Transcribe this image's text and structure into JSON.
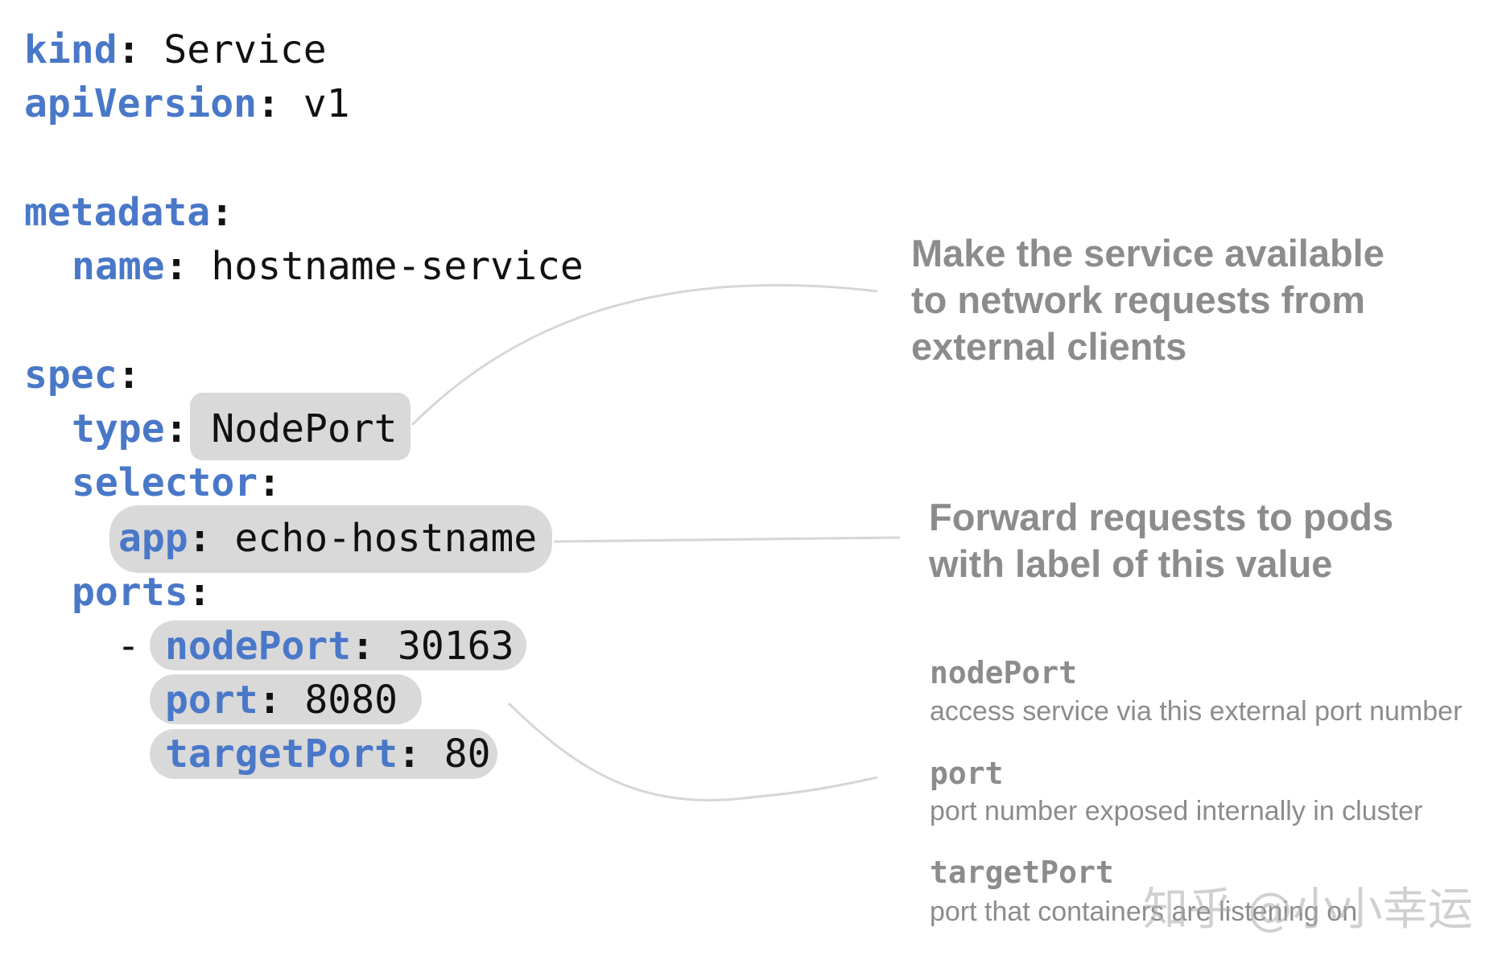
{
  "yaml": {
    "kind": {
      "key": "kind",
      "value": "Service"
    },
    "apiVersion": {
      "key": "apiVersion",
      "value": "v1"
    },
    "metadata": {
      "key": "metadata"
    },
    "name": {
      "key": "name",
      "value": "hostname-service"
    },
    "spec": {
      "key": "spec"
    },
    "type": {
      "key": "type",
      "value": "NodePort"
    },
    "selector": {
      "key": "selector"
    },
    "app": {
      "key": "app",
      "value": "echo-hostname"
    },
    "ports": {
      "key": "ports"
    },
    "dash": "-",
    "nodePort": {
      "key": "nodePort",
      "value": "30163"
    },
    "port": {
      "key": "port",
      "value": "8080"
    },
    "targetPort": {
      "key": "targetPort",
      "value": "80"
    }
  },
  "annotations": {
    "nodeport_note": {
      "lines": [
        "Make the service available",
        "to network requests from",
        "external clients"
      ]
    },
    "selector_note": {
      "lines": [
        "Forward requests to pods",
        "with label of this value"
      ]
    },
    "fields": [
      {
        "name": "nodePort",
        "desc": "access service via this external port number"
      },
      {
        "name": "port",
        "desc": "port number exposed internally in cluster"
      },
      {
        "name": "targetPort",
        "desc": "port that containers are listening on"
      }
    ]
  },
  "watermark": "知乎 @小小幸运",
  "colors": {
    "key": "#4a78c8",
    "value": "#111111",
    "highlight": "#d9d9d9",
    "annotation": "#8c8c8c",
    "connector": "#d6d6d6"
  }
}
